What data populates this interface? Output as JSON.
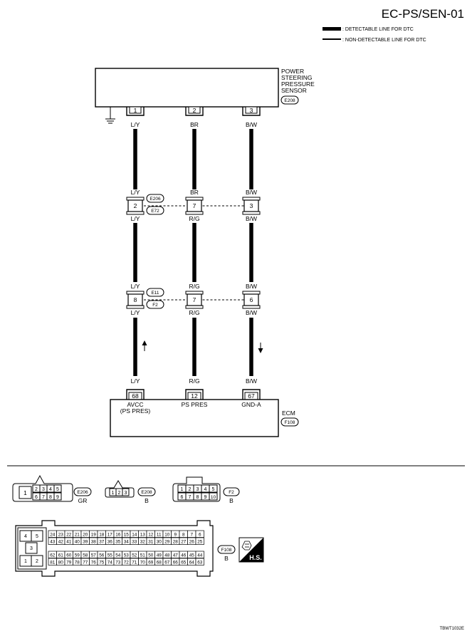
{
  "header": {
    "page_id": "EC-PS/SEN-01",
    "legend": {
      "detectable_label": ": DETECTABLE LINE FOR DTC",
      "non_detectable_label": ": NON-DETECTABLE LINE FOR DTC"
    }
  },
  "sensor": {
    "name_lines": [
      "POWER",
      "STEERING",
      "PRESSURE",
      "SENSOR"
    ],
    "connector_id": "E208",
    "pins": [
      "1",
      "2",
      "3"
    ]
  },
  "wires": {
    "sensor_colors": [
      "L/Y",
      "BR",
      "B/W"
    ],
    "joint1_top_colors": [
      "L/Y",
      "BR",
      "B/W"
    ],
    "joint1_bottom_colors": [
      "L/Y",
      "R/G",
      "B/W"
    ],
    "joint2_top_colors": [
      "L/Y",
      "R/G",
      "B/W"
    ],
    "joint2_bottom_colors": [
      "L/Y",
      "R/G",
      "B/W"
    ],
    "ecm_colors": [
      "L/Y",
      "R/G",
      "B/W"
    ]
  },
  "joint1": {
    "pins": [
      "2",
      "7",
      "3"
    ],
    "connector_top": "E206",
    "connector_bottom": "E72"
  },
  "joint2": {
    "pins": [
      "8",
      "7",
      "6"
    ],
    "connector_top": "E11",
    "connector_bottom": "F2"
  },
  "ecm": {
    "name": "ECM",
    "connector_id": "F108",
    "pins": [
      "68",
      "12",
      "67"
    ],
    "signal_labels": [
      "AVCC",
      "PS PRES",
      "GND-A"
    ],
    "signal_sublabel": "(PS PRES)"
  },
  "connector_views": {
    "e206": {
      "id": "E206",
      "color": "GR",
      "cells": [
        "1",
        "2",
        "3",
        "4",
        "5",
        "6",
        "7",
        "8",
        "9"
      ]
    },
    "e208": {
      "id": "E208",
      "color": "B",
      "cells": [
        "1",
        "2",
        "3"
      ]
    },
    "f2": {
      "id": "F2",
      "color": "B",
      "cells": [
        "1",
        "2",
        "3",
        "4",
        "5",
        "6",
        "7",
        "8",
        "9",
        "10"
      ]
    },
    "f108": {
      "id": "F108",
      "color": "B",
      "left_cells": [
        "4",
        "5",
        "3",
        "1",
        "2"
      ],
      "row1": [
        "24",
        "23",
        "22",
        "21",
        "20",
        "19",
        "18",
        "17",
        "16",
        "15",
        "14",
        "13",
        "12",
        "11",
        "10",
        "9",
        "8",
        "7",
        "6"
      ],
      "row2": [
        "43",
        "42",
        "41",
        "40",
        "39",
        "38",
        "37",
        "36",
        "35",
        "34",
        "33",
        "32",
        "31",
        "30",
        "29",
        "28",
        "27",
        "26",
        "25"
      ],
      "row3": [
        "62",
        "61",
        "60",
        "59",
        "58",
        "57",
        "56",
        "55",
        "54",
        "53",
        "52",
        "51",
        "50",
        "49",
        "48",
        "47",
        "46",
        "45",
        "44"
      ],
      "row4": [
        "81",
        "80",
        "79",
        "78",
        "77",
        "76",
        "75",
        "74",
        "73",
        "72",
        "71",
        "70",
        "69",
        "68",
        "67",
        "66",
        "65",
        "64",
        "63"
      ]
    }
  },
  "hs_badge": "H.S.",
  "footer_code": "TBWT1032E"
}
